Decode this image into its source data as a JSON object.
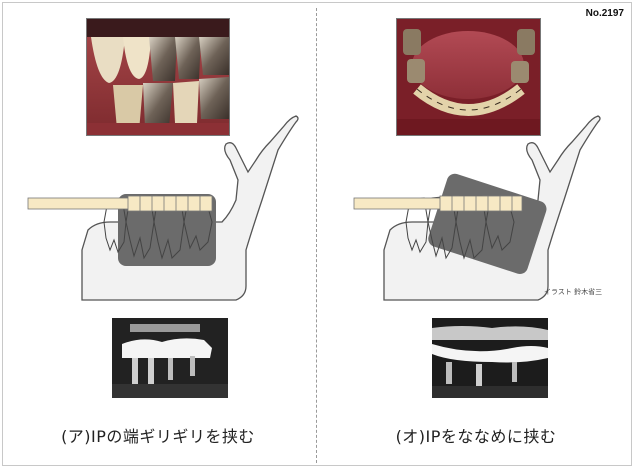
{
  "document": {
    "number": "No.2197",
    "illustration_credit": "イラスト 鈴木省三"
  },
  "left_panel": {
    "caption": "(ア)IPの端ギリギリを挟む"
  },
  "right_panel": {
    "caption": "(オ)IPをななめに挟む"
  },
  "colors": {
    "plate": "#6b6b6b",
    "bite_tab": "#f7e9c4",
    "jaw_outline": "#555555",
    "jaw_fill": "#f2f2f2",
    "divider": "#9a9a9a"
  }
}
